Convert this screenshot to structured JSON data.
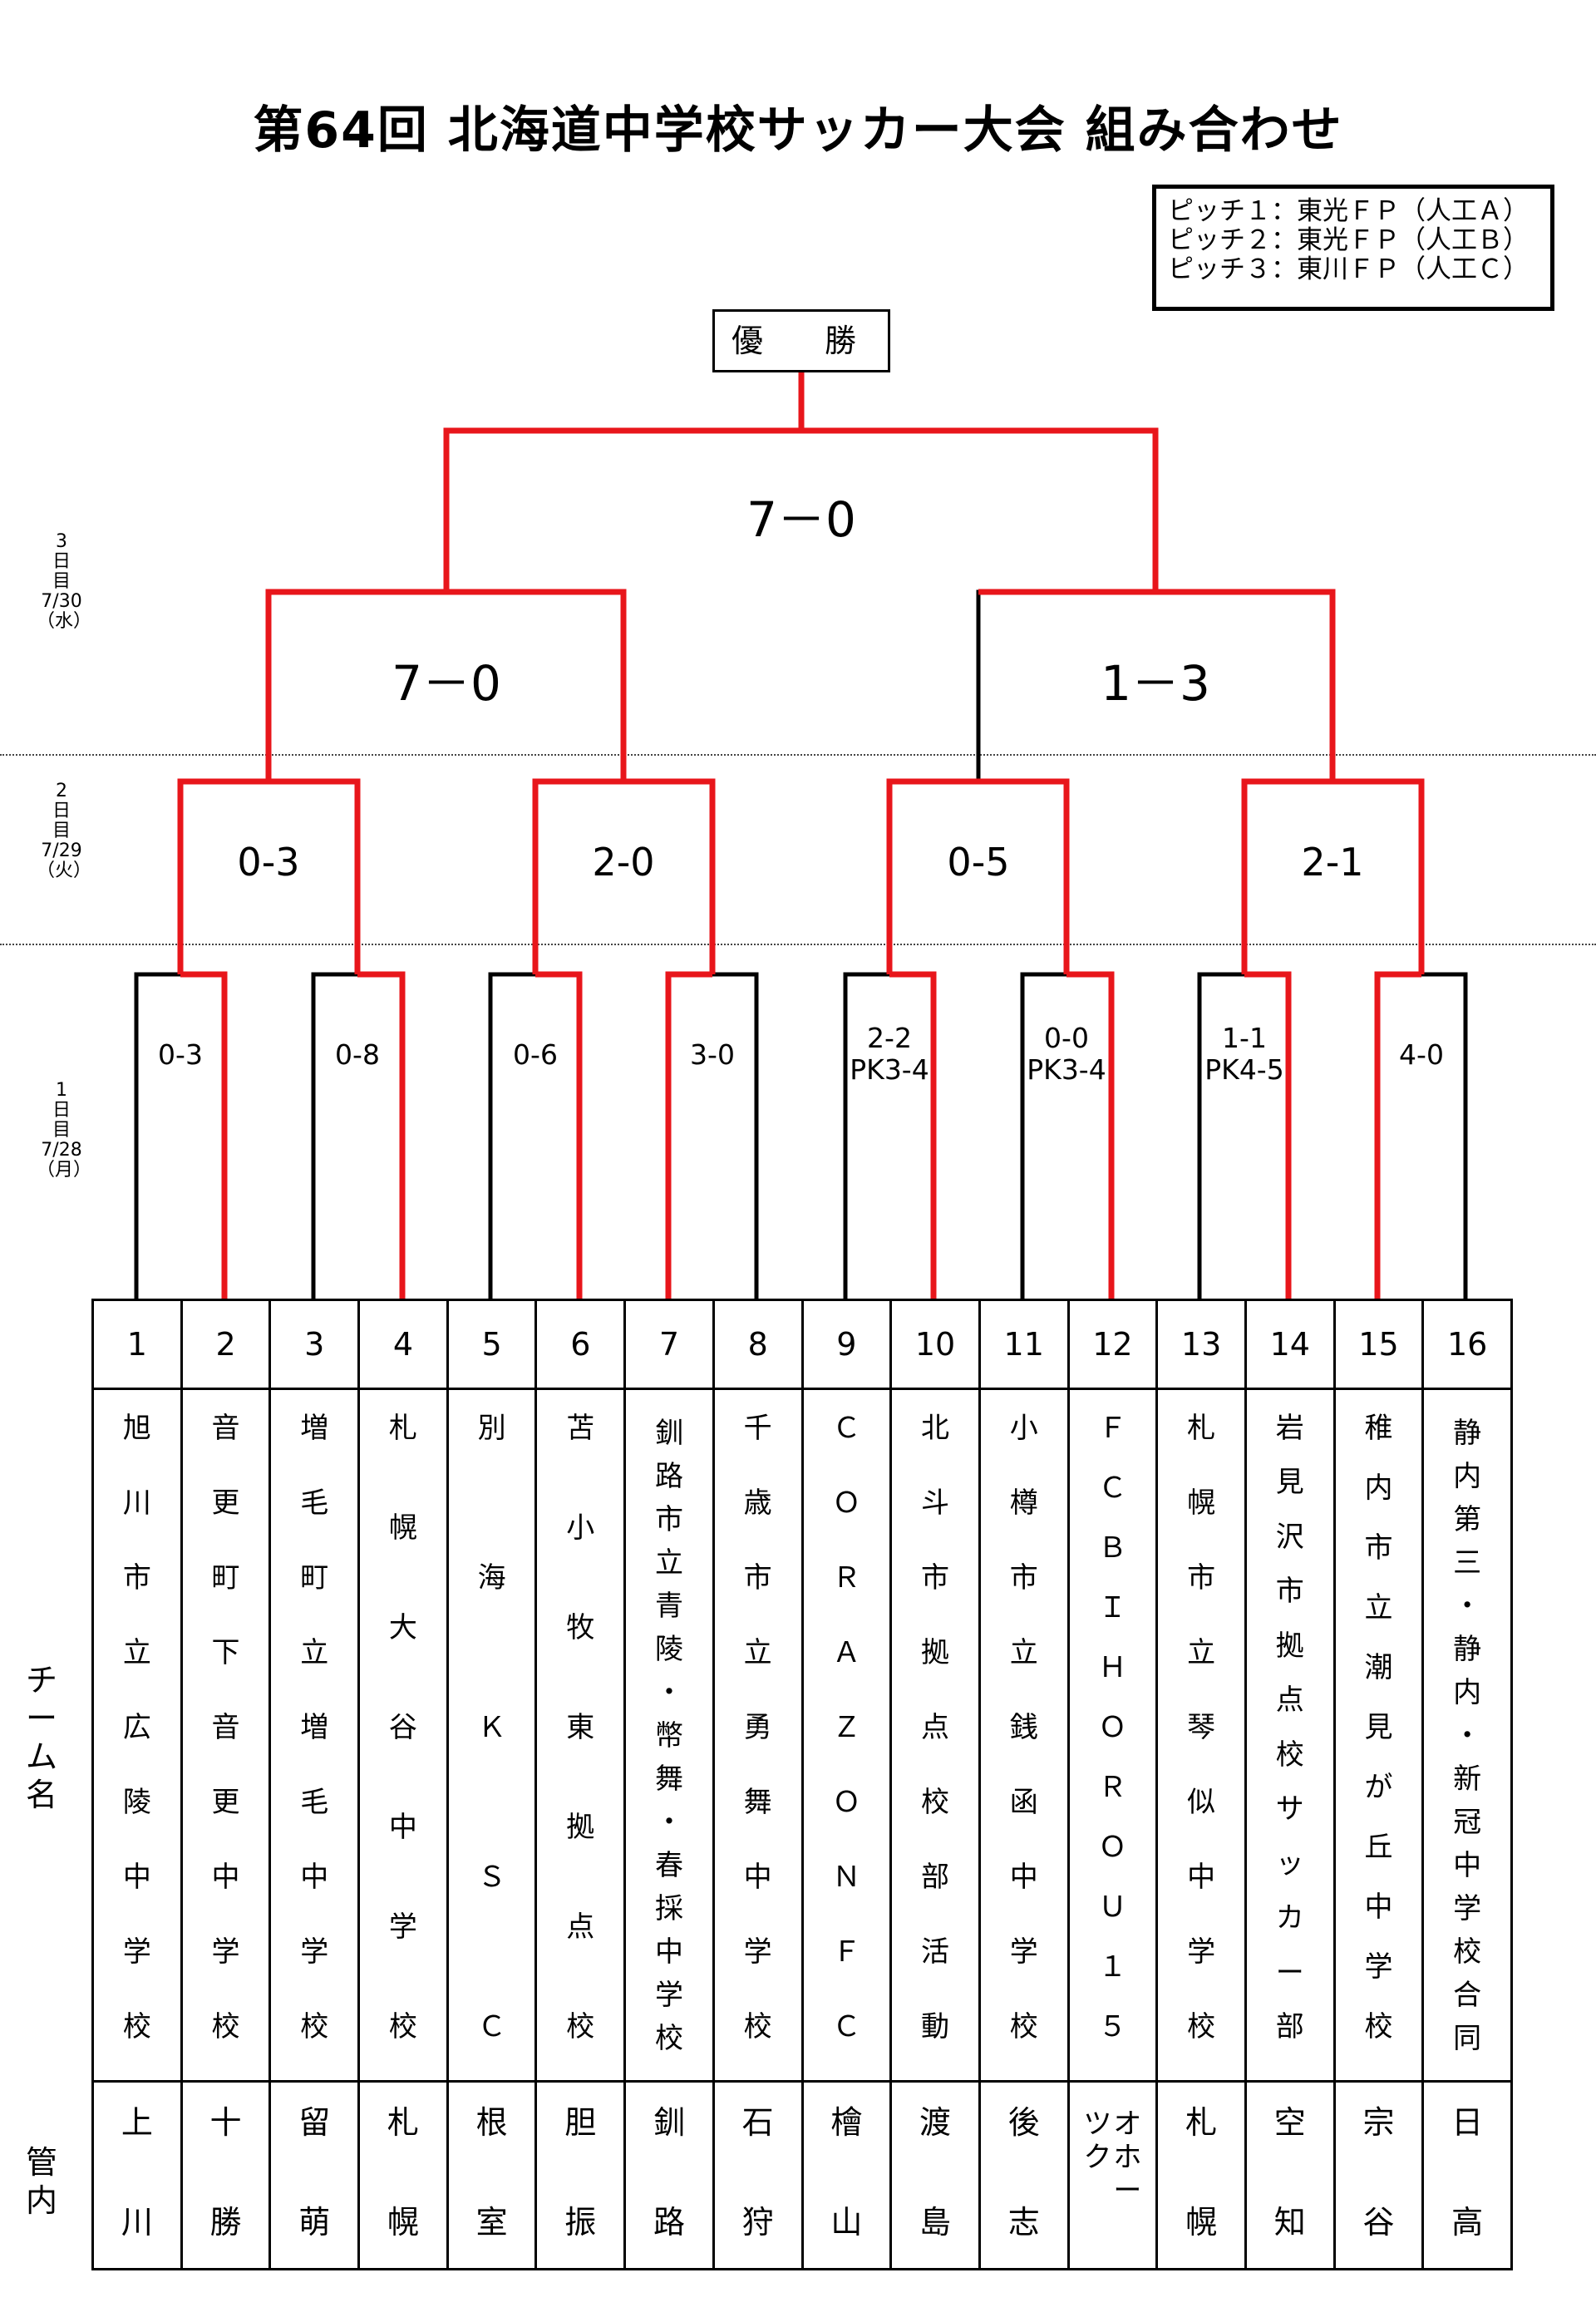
{
  "title": "第64回 北海道中学校サッカー大会 組み合わせ",
  "legend": [
    "ピッチ１：東光ＦＰ（人工Ａ）",
    "ピッチ２：東光ＦＰ（人工Ｂ）",
    "ピッチ３：東川ＦＰ（人工Ｃ）"
  ],
  "champion_label": "優　勝",
  "days": {
    "day3": [
      "3",
      "日",
      "目",
      "7/30",
      "（水）"
    ],
    "day2": [
      "2",
      "日",
      "目",
      "7/29",
      "（火）"
    ],
    "day1": [
      "1",
      "日",
      "目",
      "7/28",
      "（月）"
    ]
  },
  "scores": {
    "final": "7－0",
    "semi": [
      "7－0",
      "1－3"
    ],
    "quarter": [
      "0-3",
      "2-0",
      "0-5",
      "2-1"
    ],
    "first_round": [
      {
        "score": "0-3"
      },
      {
        "score": "0-8"
      },
      {
        "score": "0-6"
      },
      {
        "score": "3-0"
      },
      {
        "score": "2-2",
        "pk": "PK3-4"
      },
      {
        "score": "0-0",
        "pk": "PK3-4"
      },
      {
        "score": "1-1",
        "pk": "PK4-5"
      },
      {
        "score": "4-0"
      }
    ]
  },
  "row_labels": {
    "team": [
      "チ",
      "ー",
      "ム",
      "名"
    ],
    "district": [
      "管",
      "内"
    ]
  },
  "teams": [
    {
      "no": "1",
      "name": [
        "旭",
        "川",
        "市",
        "立",
        "広",
        "陵",
        "中",
        "学",
        "校"
      ],
      "district": [
        "上",
        "川"
      ]
    },
    {
      "no": "2",
      "name": [
        "音",
        "更",
        "町",
        "下",
        "音",
        "更",
        "中",
        "学",
        "校"
      ],
      "district": [
        "十",
        "勝"
      ]
    },
    {
      "no": "3",
      "name": [
        "増",
        "毛",
        "町",
        "立",
        "増",
        "毛",
        "中",
        "学",
        "校"
      ],
      "district": [
        "留",
        "萌"
      ]
    },
    {
      "no": "4",
      "name": [
        "札",
        "幌",
        "大",
        "谷",
        "中",
        "学",
        "校"
      ],
      "district": [
        "札",
        "幌"
      ]
    },
    {
      "no": "5",
      "name": [
        "別",
        "海",
        "Ｋ",
        "Ｓ",
        "Ｃ"
      ],
      "district": [
        "根",
        "室"
      ]
    },
    {
      "no": "6",
      "name": [
        "苫",
        "小",
        "牧",
        "東",
        "拠",
        "点",
        "校"
      ],
      "district": [
        "胆",
        "振"
      ]
    },
    {
      "no": "7",
      "name": [
        "釧",
        "路",
        "市",
        "立",
        "青",
        "陵",
        "・",
        "幣",
        "舞",
        "・",
        "春",
        "採",
        "中",
        "学",
        "校"
      ],
      "district": [
        "釧",
        "路"
      ]
    },
    {
      "no": "8",
      "name": [
        "千",
        "歳",
        "市",
        "立",
        "勇",
        "舞",
        "中",
        "学",
        "校"
      ],
      "district": [
        "石",
        "狩"
      ]
    },
    {
      "no": "9",
      "name": [
        "Ｃ",
        "Ｏ",
        "Ｒ",
        "Ａ",
        "Ｚ",
        "Ｏ",
        "Ｎ",
        "Ｆ",
        "Ｃ"
      ],
      "district": [
        "檜",
        "山"
      ]
    },
    {
      "no": "10",
      "name": [
        "北",
        "斗",
        "市",
        "拠",
        "点",
        "校",
        "部",
        "活",
        "動"
      ],
      "district": [
        "渡",
        "島"
      ]
    },
    {
      "no": "11",
      "name": [
        "小",
        "樽",
        "市",
        "立",
        "銭",
        "函",
        "中",
        "学",
        "校"
      ],
      "district": [
        "後",
        "志"
      ]
    },
    {
      "no": "12",
      "name": [
        "Ｆ",
        "Ｃ",
        "Ｂ",
        "Ｉ",
        "Ｈ",
        "Ｏ",
        "Ｒ",
        "Ｏ",
        "Ｕ",
        "１",
        "５"
      ],
      "district": [
        "オ",
        "ホ",
        "ー",
        "ツ",
        "ク"
      ]
    },
    {
      "no": "13",
      "name": [
        "札",
        "幌",
        "市",
        "立",
        "琴",
        "似",
        "中",
        "学",
        "校"
      ],
      "district": [
        "札",
        "幌"
      ]
    },
    {
      "no": "14",
      "name": [
        "岩",
        "見",
        "沢",
        "市",
        "拠",
        "点",
        "校",
        "サ",
        "ッ",
        "カ",
        "ー",
        "部"
      ],
      "district": [
        "空",
        "知"
      ]
    },
    {
      "no": "15",
      "name": [
        "稚",
        "内",
        "市",
        "立",
        "潮",
        "見",
        "が",
        "丘",
        "中",
        "学",
        "校"
      ],
      "district": [
        "宗",
        "谷"
      ]
    },
    {
      "no": "16",
      "name": [
        "静",
        "内",
        "第",
        "三",
        "・",
        "静",
        "内",
        "・",
        "新",
        "冠",
        "中",
        "学",
        "校",
        "合",
        "同"
      ],
      "district": [
        "日",
        "高"
      ]
    }
  ],
  "colors": {
    "winner_line": "#e8161b",
    "line": "#000000"
  }
}
